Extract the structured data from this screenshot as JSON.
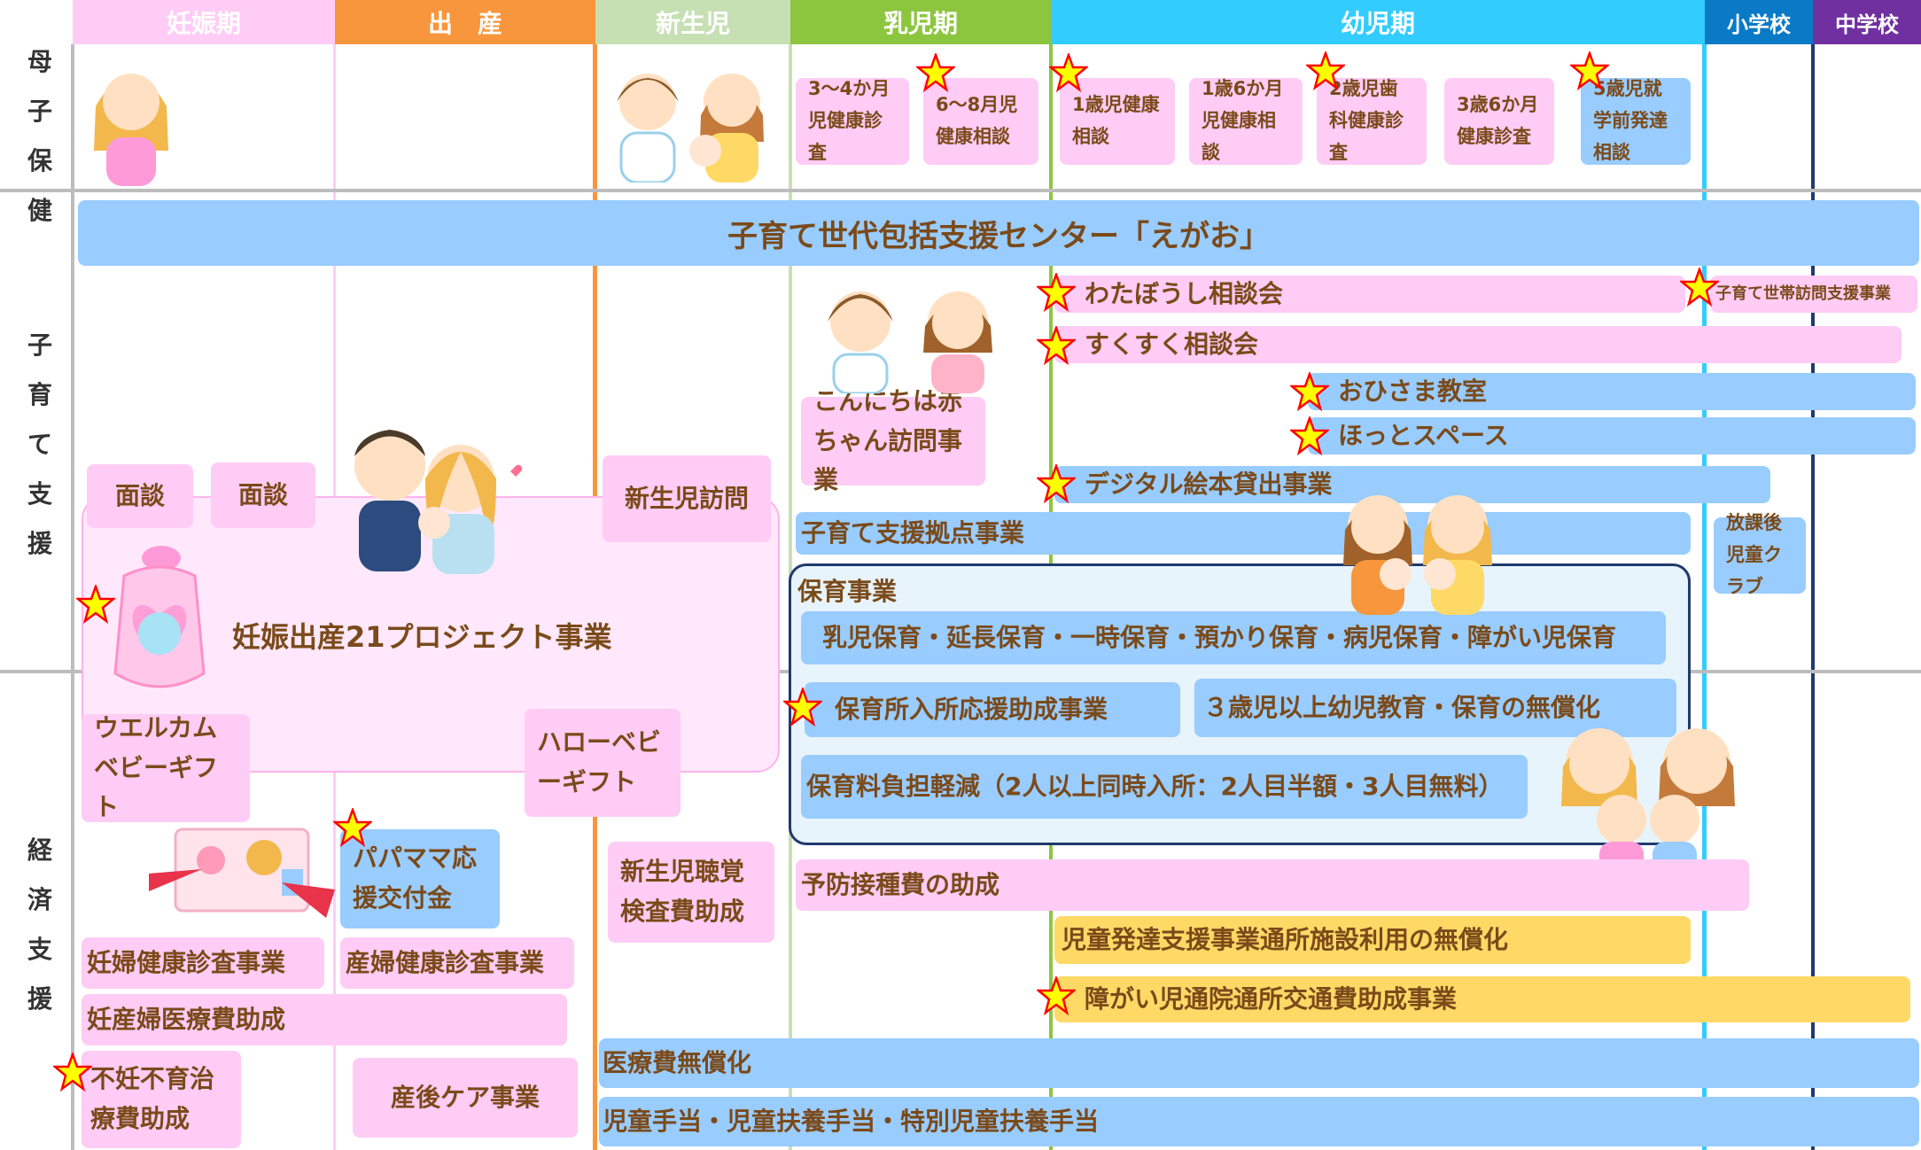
{
  "stages": {
    "pregnancy": "妊娠期",
    "birth": "出　産",
    "newborn": "新生児",
    "infant": "乳児期",
    "toddler": "幼児期",
    "elementary": "小学校",
    "junior_high": "中学校"
  },
  "row_labels": {
    "maternal": [
      "母",
      "子",
      "保",
      "健"
    ],
    "childcare": [
      "子",
      "育",
      "て",
      "支",
      "援"
    ],
    "economic": [
      "経",
      "済",
      "支",
      "援"
    ]
  },
  "maternal_items": [
    "3～4か月児健康診査",
    "6～8月児健康相談",
    "1歳児健康相談",
    "1歳6か月児健康相談",
    "2歳児歯科健康診査",
    "3歳6か月健康診査",
    "5歳児就学前発達相談"
  ],
  "support_center": "子育て世代包括支援センター「えがお」",
  "childcare_items": {
    "watabo": "わたぼうし相談会",
    "home_visit": "子育て世帯訪問支援事業",
    "sukusuku": "すくすく相談会",
    "ohisama": "おひさま教室",
    "hotto": "ほっとスペース",
    "konnichiwa": "こんにちは赤ちゃん訪問事業",
    "ehon": "デジタル絵本貸出事業",
    "kyoten": "子育て支援拠点事業",
    "houkago": "放課後児童クラブ",
    "mendan1": "面談",
    "mendan2": "面談",
    "newborn_visit": "新生児訪問",
    "project21": "妊娠出産21プロジェクト事業",
    "hoiku_title": "保育事業",
    "hoiku_list": "乳児保育・延長保育・一時保育・預かり保育・病児保育・障がい児保育"
  },
  "economic_items": {
    "nyusho": "保育所入所応援助成事業",
    "mushoka": "３歳児以上幼児教育・保育の無償化",
    "keigen": "保育料負担軽減（2人以上同時入所：2人目半額・3人目無料）",
    "welcome": "ウエルカムベビーギフト",
    "hello": "ハローベビーギフト",
    "papamama": "パパママ応援交付金",
    "choukaku": "新生児聴覚検査費助成",
    "yobou": "予防接種費の助成",
    "hattatsu": "児童発達支援事業通所施設利用の無償化",
    "tsuuin": "障がい児通院通所交通費助成事業",
    "ninpu_kenshin": "妊婦健康診査事業",
    "sanpu_kenshin": "産婦健康診査事業",
    "iryouhi_josei": "妊産婦医療費助成",
    "iryouhi_muryou": "医療費無償化",
    "funin": "不妊不育治療費助成",
    "sango": "産後ケア事業",
    "teate": "児童手当・児童扶養手当・特別児童扶養手当"
  },
  "colors": {
    "pregnancy": "#ffccf5",
    "birth": "#f7963c",
    "newborn": "#c6e0b4",
    "infant": "#8cc63f",
    "toddler": "#33ccff",
    "elementary": "#0a7ac7",
    "junior_high": "#7030a0",
    "pink_box": "#ffccf5",
    "blue_box": "#99ccff",
    "yellow_box": "#ffd966",
    "text": "#7a4a1a",
    "star_fill": "#ffff00",
    "star_stroke": "#ff0000"
  }
}
